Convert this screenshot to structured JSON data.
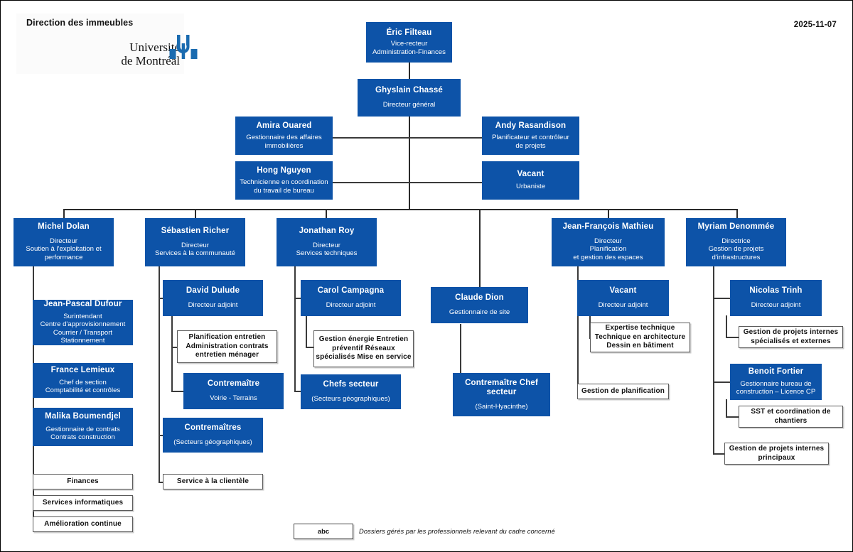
{
  "header": {
    "title": "Direction des immeubles",
    "university_line1": "Université",
    "university_line2": "de Montréal",
    "logo_mark_name": "udem-logo-mark",
    "date": "2025-11-07"
  },
  "colors": {
    "box_blue": "#0d53a8",
    "box_blue_text": "#ffffff",
    "box_white": "#ffffff",
    "box_white_border": "#5a5a5a",
    "connector": "#3a3a3a",
    "logo_blue": "#1a6bb0"
  },
  "legend": {
    "sample_label": "abc",
    "description": "Dossiers gérés par les professionnels relevant du cadre concerné"
  },
  "nodes": {
    "vice_rector": {
      "name": "Éric Filteau",
      "role": "Vice-recteur\nAdministration-Finances"
    },
    "director_general": {
      "name": "Ghyslain Chassé",
      "role": "Directeur général"
    },
    "staff_amira": {
      "name": "Amira Ouared",
      "role": "Gestionnaire des affaires\nimmobilières"
    },
    "staff_andy": {
      "name": "Andy Rasandison",
      "role": "Planificateur et contrôleur\nde projets"
    },
    "staff_hong": {
      "name": "Hong Nguyen",
      "role": "Technicienne en coordination\ndu travail de bureau"
    },
    "staff_urbaniste": {
      "name": "Vacant",
      "role": "Urbaniste"
    },
    "dir_dolan": {
      "name": "Michel Dolan",
      "role": "Directeur\nSoutien à l'exploitation et\nperformance"
    },
    "dir_richer": {
      "name": "Sébastien Richer",
      "role": "Directeur\nServices à la communauté"
    },
    "dir_roy": {
      "name": "Jonathan Roy",
      "role": "Directeur\nServices techniques"
    },
    "dir_mathieu": {
      "name": "Jean-François Mathieu",
      "role": "Directeur\nPlanification\net gestion des espaces"
    },
    "dir_denommee": {
      "name": "Myriam Denommée",
      "role": "Directrice\nGestion de projets\nd'infrastructures"
    },
    "c1_dufour": {
      "name": "Jean-Pascal Dufour",
      "role": "Surintendant\nCentre d'approvisionnement\nCourrier / Transport\nStationnement"
    },
    "c1_lemieux": {
      "name": "France Lemieux",
      "role": "Chef de section\nComptabilité et contrôles"
    },
    "c1_boumendjel": {
      "name": "Malika Boumendjel",
      "role": "Gestionnaire de contrats\nContrats construction"
    },
    "c1_finances": {
      "name": "Finances"
    },
    "c1_informatique": {
      "name": "Services informatiques"
    },
    "c1_amelioration": {
      "name": "Amélioration continue"
    },
    "c2_dulude": {
      "name": "David Dulude",
      "role": "Directeur adjoint"
    },
    "c2_planification": {
      "name": "Planification entretien\nAdministration contrats\nentretien ménager"
    },
    "c2_contremaitre": {
      "name": "Contremaître",
      "role": "Voirie - Terrains"
    },
    "c2_contremaitres": {
      "name": "Contremaîtres",
      "role": "(Secteurs géographiques)"
    },
    "c2_clientele": {
      "name": "Service à la clientèle"
    },
    "c3_campagna": {
      "name": "Carol Campagna",
      "role": "Directeur adjoint"
    },
    "c3_gestion": {
      "name": "Gestion énergie\nEntretien préventif\nRéseaux spécialisés\nMise en service"
    },
    "c3_chefs": {
      "name": "Chefs secteur",
      "role": "(Secteurs géographiques)"
    },
    "mid_dion": {
      "name": "Claude Dion",
      "role": "Gestionnaire de site"
    },
    "mid_contremaitre": {
      "name": "Contremaître\nChef secteur",
      "role": "(Saint-Hyacinthe)"
    },
    "c4_vacant": {
      "name": "Vacant",
      "role": "Directeur adjoint"
    },
    "c4_expertise": {
      "name": "Expertise technique\nTechnique en architecture\nDessin en bâtiment"
    },
    "c4_planification": {
      "name": "Gestion de planification"
    },
    "c5_trinh": {
      "name": "Nicolas Trinh",
      "role": "Directeur adjoint"
    },
    "c5_projets_spec": {
      "name": "Gestion de projets internes\nspécialisés et externes"
    },
    "c5_fortier": {
      "name": "Benoit Fortier",
      "role": "Gestionnaire bureau de\nconstruction – Licence CP"
    },
    "c5_sst": {
      "name": "SST et coordination de\nchantiers"
    },
    "c5_projets_princ": {
      "name": "Gestion de projets internes\nprincipaux"
    }
  }
}
